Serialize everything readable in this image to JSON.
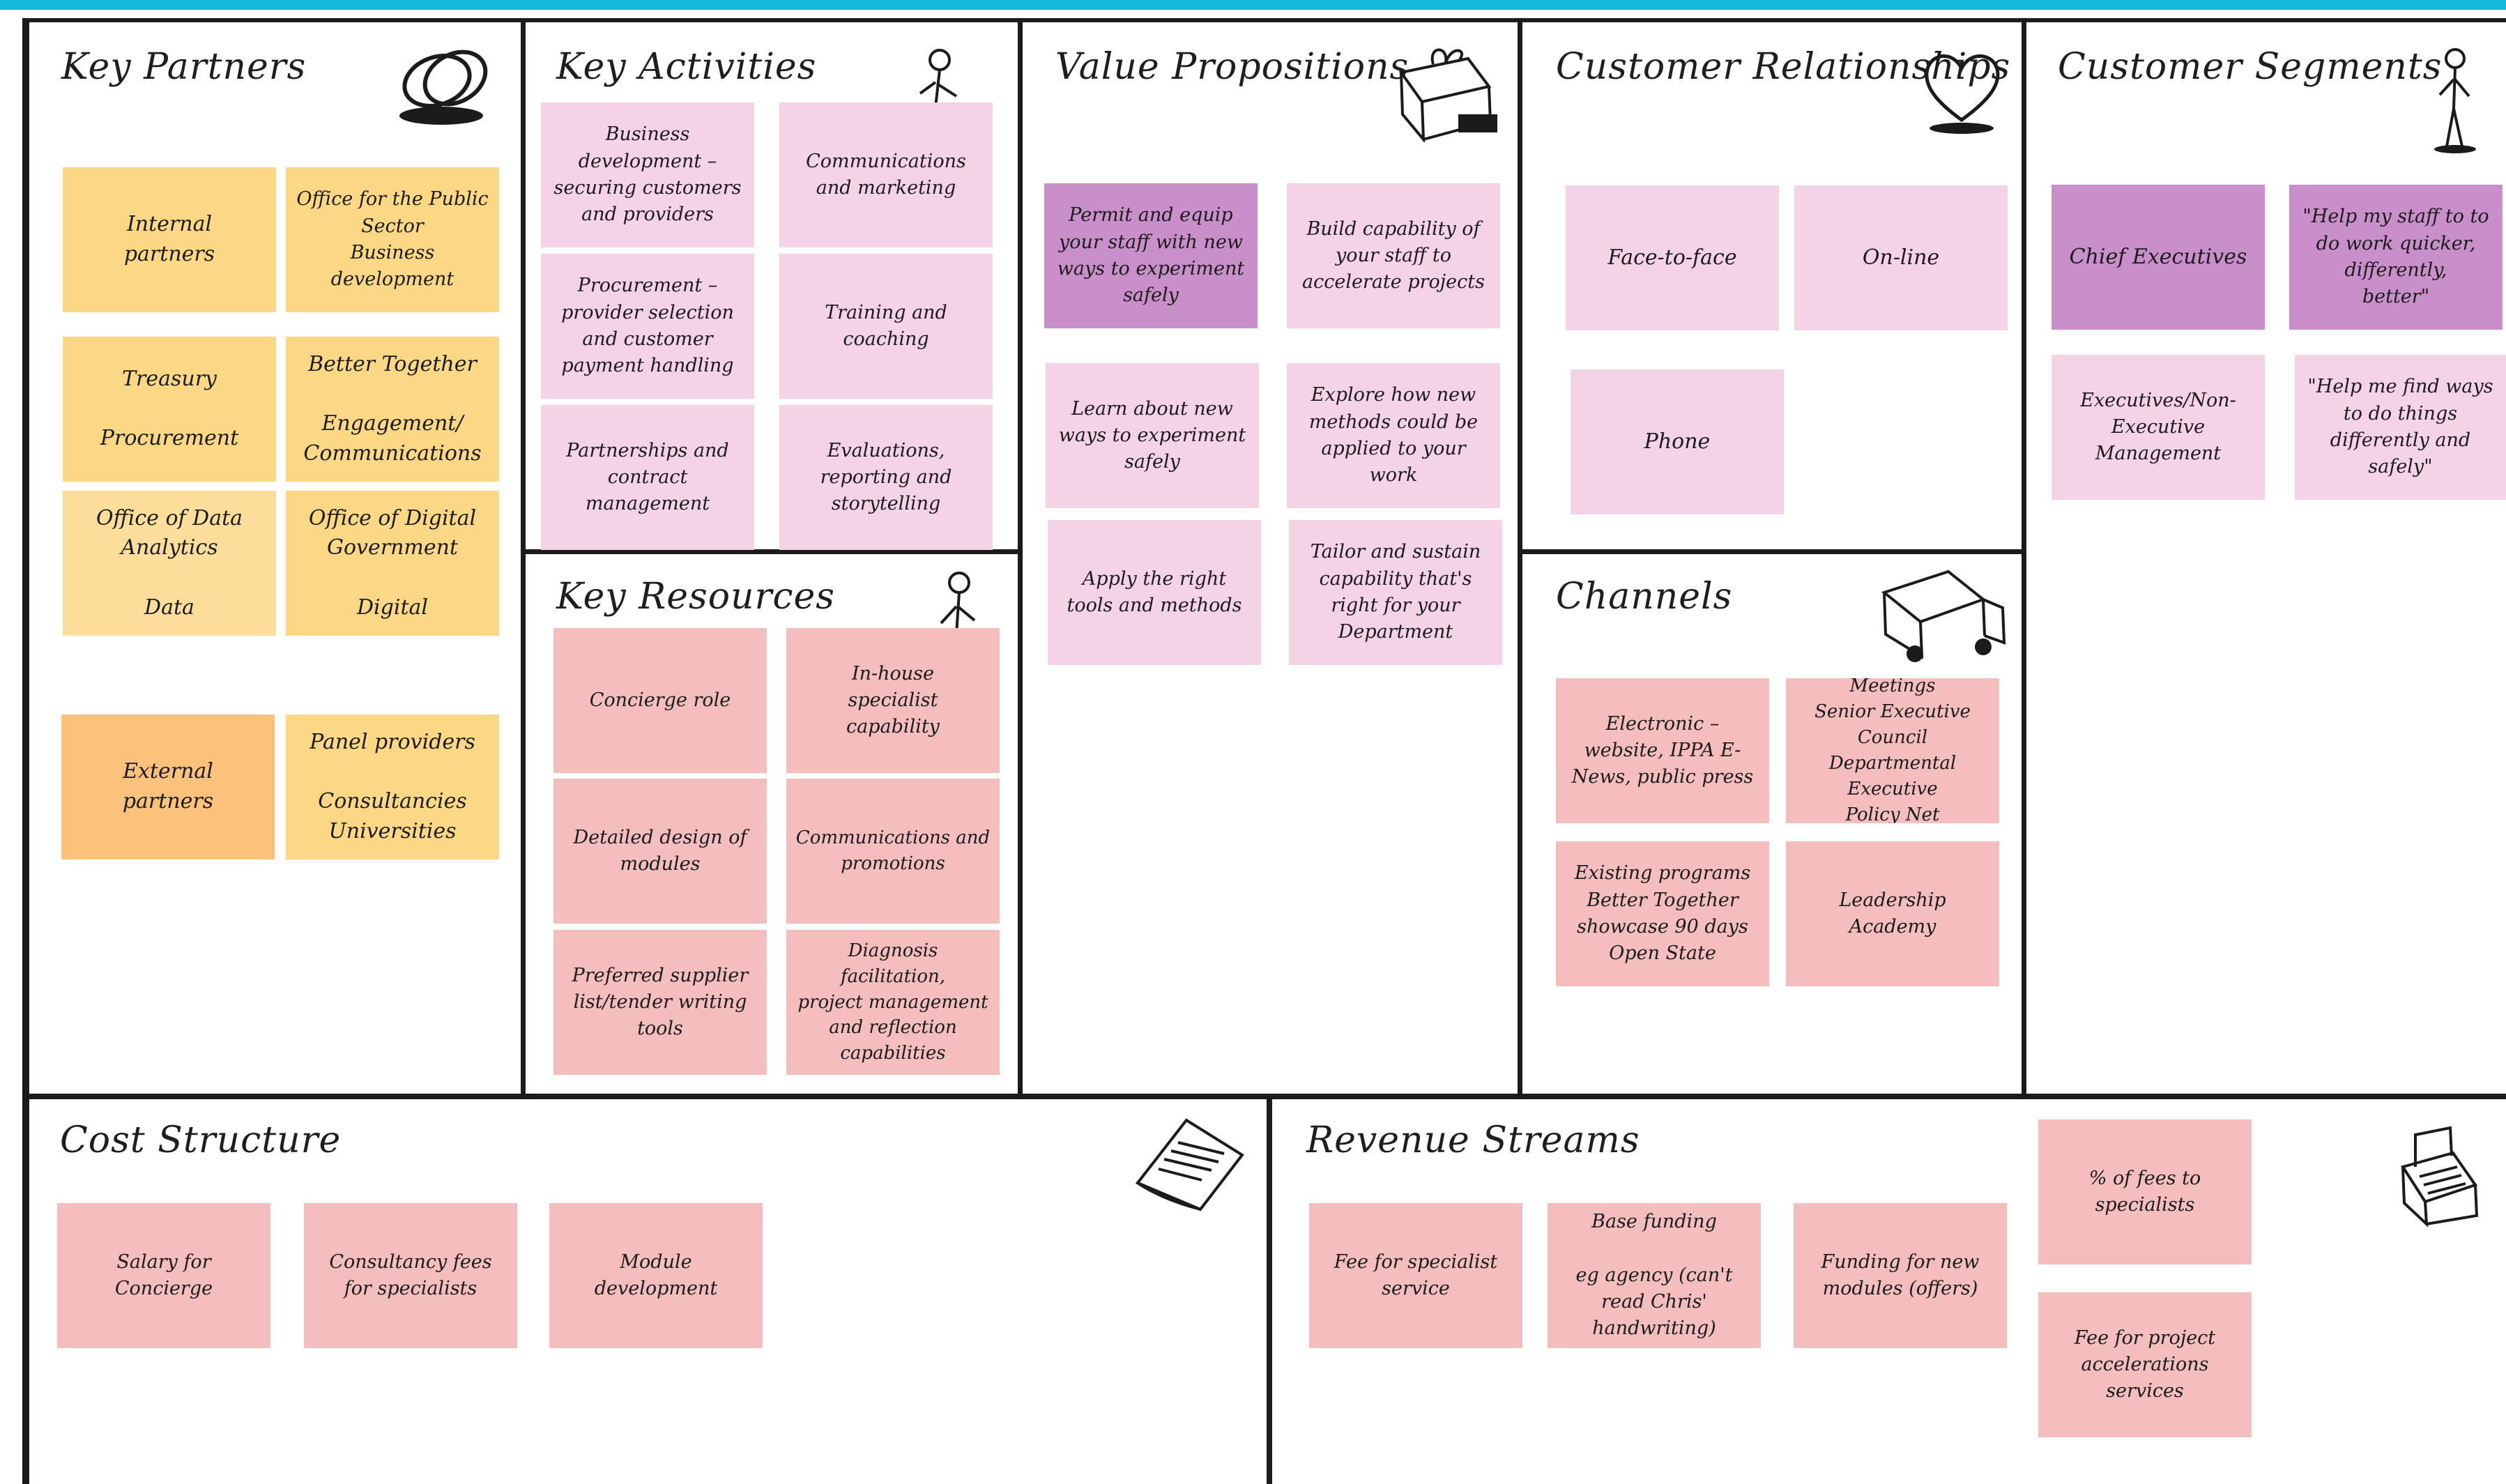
{
  "colors": {
    "frame": "#1b1b1b",
    "top_bar": "#16b8d9",
    "yellow": "#fcd884",
    "light_yellow": "#fcdd99",
    "orange": "#fcc17a",
    "pink": "#f5d3e6",
    "purple": "#c98fcb",
    "salmon": "#f4bdbe"
  },
  "sections": {
    "key_partners": {
      "title": "Key Partners",
      "icon": "linked-rings-icon",
      "notes": [
        "Internal\npartners",
        "Office for the Public\nSector\nBusiness\ndevelopment",
        "Treasury\n\nProcurement",
        "Better Together\n\nEngagement/\nCommunications",
        "Office of Data\nAnalytics\n\nData",
        "Office of Digital\nGovernment\n\nDigital",
        "External\npartners",
        "Panel providers\n\nConsultancies\nUniversities"
      ]
    },
    "key_activities": {
      "title": "Key Activities",
      "icon": "worker-figure-icon",
      "notes": [
        "Business\ndevelopment –\nsecuring customers\nand providers",
        "Communications\nand marketing",
        "Procurement –\nprovider selection\nand customer\npayment handling",
        "Training and\ncoaching",
        "Partnerships and\ncontract\nmanagement",
        "Evaluations,\nreporting and\nstorytelling"
      ]
    },
    "key_resources": {
      "title": "Key Resources",
      "icon": "person-with-box-icon",
      "notes": [
        "Concierge role",
        "In-house\nspecialist\ncapability",
        "Detailed design of\nmodules",
        "Communications and\npromotions",
        "Preferred supplier\nlist/tender writing\ntools",
        "Diagnosis facilitation,\nproject management\nand reflection\ncapabilities"
      ]
    },
    "value_propositions": {
      "title": "Value Propositions",
      "icon": "gift-icon",
      "notes": [
        "Permit and equip\nyour staff with new\nways to experiment\nsafely",
        "Build capability of\nyour staff to\naccelerate projects",
        "Learn about new\nways to experiment\nsafely",
        "Explore how new\nmethods could be\napplied to your work",
        "Apply the right\ntools and methods",
        "Tailor and sustain\ncapability that's\nright for your\nDepartment"
      ]
    },
    "customer_relationships": {
      "title": "Customer Relationships",
      "icon": "heart-icon",
      "notes": [
        "Face-to-face",
        "On-line",
        "Phone"
      ]
    },
    "channels": {
      "title": "Channels",
      "icon": "delivery-truck-icon",
      "notes": [
        "Electronic –\nwebsite, IPPA E-\nNews, public press",
        "Meetings\nSenior Executive\nCouncil Departmental\nExecutive\nPolicy Net",
        "Existing programs\nBetter Together\nshowcase 90 days\nOpen State",
        "Leadership\nAcademy"
      ]
    },
    "customer_segments": {
      "title": "Customer Segments",
      "icon": "standing-person-icon",
      "notes": [
        "Chief Executives",
        "\"Help my staff to to\ndo work quicker,\ndifferently,\nbetter\"",
        "Executives/Non-\nExecutive\nManagement",
        "\"Help me find ways\nto do things\ndifferently and\nsafely\""
      ]
    },
    "cost_structure": {
      "title": "Cost Structure",
      "icon": "receipt-icon",
      "notes": [
        "Salary for Concierge",
        "Consultancy fees\nfor specialists",
        "Module\ndevelopment"
      ]
    },
    "revenue_streams": {
      "title": "Revenue Streams",
      "icon": "cash-register-icon",
      "notes": [
        "Fee for specialist\nservice",
        "Base funding\n\neg agency (can't\nread Chris'\nhandwriting)",
        "Funding for new\nmodules (offers)",
        "% of fees to\nspecialists",
        "Fee for project\naccelerations\nservices"
      ]
    }
  }
}
